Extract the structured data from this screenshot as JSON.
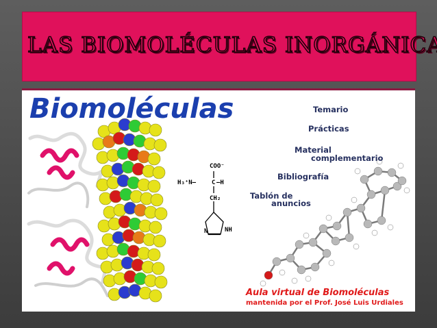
{
  "slide": {
    "title": "LAS BIOMOLÉCULAS INORGÁNICAS"
  },
  "panel": {
    "heading": "Biomoléculas",
    "menu": {
      "temario": "Temario",
      "practicas": "Prácticas",
      "material_1": "Material",
      "material_2": "complementario",
      "bibliografia": "Bibliografía",
      "tablon_1": "Tablón de",
      "tablon_2": "anuncios"
    },
    "molecule_labels": {
      "coo": "COO⁻",
      "h3n": "H₃⁺N—",
      "c": "C",
      "h": "—H",
      "ch2": "CH₂",
      "n": "N",
      "nh": "NH"
    },
    "footer": {
      "line1": "Aula virtual de Biomoléculas",
      "line2": "mantenida por el Prof. José Luis Urdiales"
    }
  },
  "colors": {
    "accent": "#e0115b",
    "heading_blue": "#1b3fae",
    "footer_red": "#e01a1a"
  }
}
